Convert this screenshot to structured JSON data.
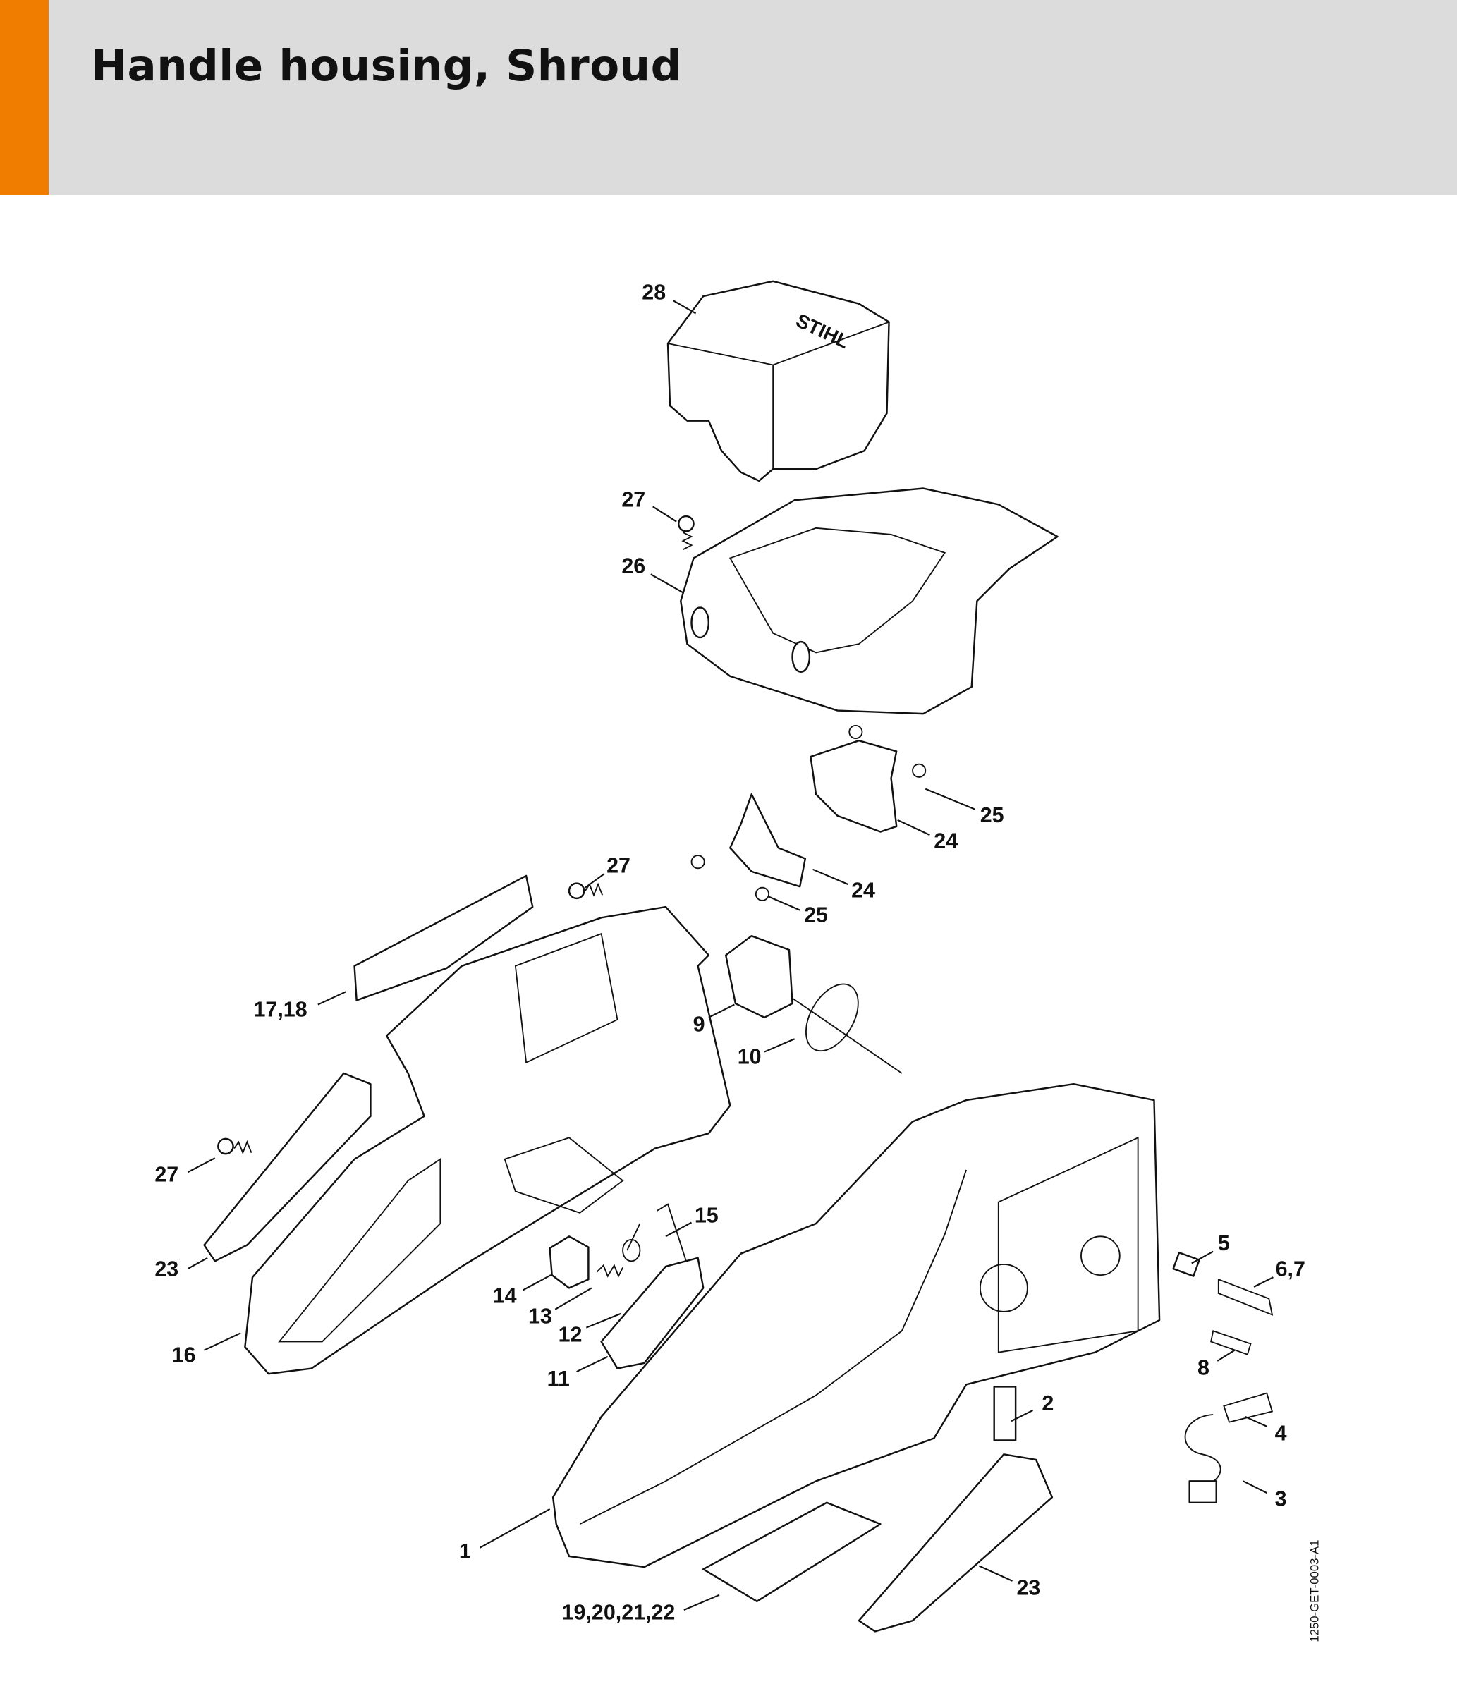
{
  "header": {
    "title": "Handle housing, Shroud",
    "accent_color": "#f07d00",
    "background": "#dcdcdc"
  },
  "parts": [
    {
      "name": "shroud-cover",
      "label": "28"
    },
    {
      "name": "screw",
      "label": "27"
    },
    {
      "name": "shroud",
      "label": "26"
    },
    {
      "name": "spring",
      "label": "25"
    },
    {
      "name": "latch",
      "label": "24"
    },
    {
      "name": "screw",
      "label": "27"
    },
    {
      "name": "latch",
      "label": "24"
    },
    {
      "name": "spring",
      "label": "25"
    },
    {
      "name": "label-set",
      "label": "17,18"
    },
    {
      "name": "grommet",
      "label": "9"
    },
    {
      "name": "o-ring",
      "label": "10"
    },
    {
      "name": "screw",
      "label": "27"
    },
    {
      "name": "torsion-spring",
      "label": "15"
    },
    {
      "name": "buffer",
      "label": "5"
    },
    {
      "name": "annular-buffer",
      "label": "6,7"
    },
    {
      "name": "handle-cover",
      "label": "23"
    },
    {
      "name": "switch-knob",
      "label": "14"
    },
    {
      "name": "compression-spring",
      "label": "13"
    },
    {
      "name": "torsion-spring",
      "label": "12"
    },
    {
      "name": "handle-housing",
      "label": "16"
    },
    {
      "name": "plug",
      "label": "8"
    },
    {
      "name": "interlock-lever",
      "label": "11"
    },
    {
      "name": "sleeve",
      "label": "2"
    },
    {
      "name": "annular-buffer",
      "label": "4"
    },
    {
      "name": "cable",
      "label": "3"
    },
    {
      "name": "housing",
      "label": "1"
    },
    {
      "name": "handle-cover",
      "label": "23"
    },
    {
      "name": "label-set",
      "label": "19,20,21,22"
    }
  ],
  "logo_text": "STIHL",
  "drawing_code": "1250-GET-0003-A1"
}
